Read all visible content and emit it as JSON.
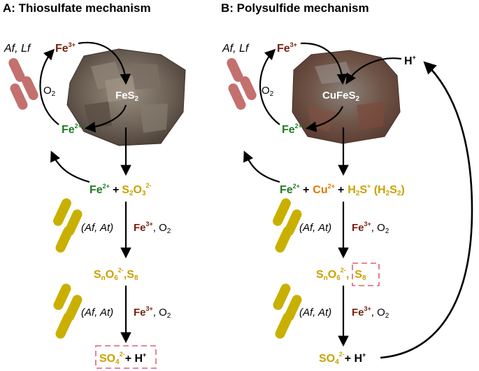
{
  "panelA": {
    "title": "A: Thiosulfate mechanism",
    "af_lf": "Af, Lf",
    "fe3": "Fe",
    "fe3_sup": "3+",
    "o2": "O",
    "o2_sub": "2",
    "fe2": "Fe",
    "fe2_sup": "2+",
    "mineral": "FeS",
    "mineral_sub": "2",
    "products_fe": "Fe",
    "products_fe_sup": "2+",
    "plus1": "+",
    "thio": "S",
    "thio_sub1": "2",
    "thio_mid": "O",
    "thio_sub2": "3",
    "thio_sup": "2-",
    "afat1": "(Af, At)",
    "step1_fe": "Fe",
    "step1_fe_sup": "3+",
    "step1_rest": ", O",
    "step1_sub": "2",
    "sn": "S",
    "sn_sub1": "n",
    "sn_mid": "O",
    "sn_sub2": "6",
    "sn_sup": "2-",
    "sn_comma": ",",
    "s8": "S",
    "s8_sub": "8",
    "afat2": "(Af, At)",
    "step2_fe": "Fe",
    "step2_fe_sup": "3+",
    "step2_rest": ", O",
    "step2_sub": "2",
    "so4": "SO",
    "so4_sub": "4",
    "so4_sup": "2-",
    "plus2": "+ H",
    "h_sup": "+"
  },
  "panelB": {
    "title": "B: Polysulfide mechanism",
    "af_lf": "Af, Lf",
    "fe3": "Fe",
    "fe3_sup": "3+",
    "h": "H",
    "h_sup": "+",
    "o2": "O",
    "o2_sub": "2",
    "fe2": "Fe",
    "fe2_sup": "2+",
    "mineral": "CuFeS",
    "mineral_sub": "2",
    "products_fe": "Fe",
    "products_fe_sup": "2+",
    "plus1": "+",
    "cu": "Cu",
    "cu_sup": "2+",
    "plus2": "+",
    "h2s": "H",
    "h2s_sub": "2",
    "h2s_mid": "S",
    "h2s_sup": "+",
    "h2s_paren": " (H",
    "h2s_paren_sub": "2",
    "h2s_paren_end": "S",
    "h2s_paren_sub2": "2",
    "h2s_close": ")",
    "afat1": "(Af, At)",
    "step1_fe": "Fe",
    "step1_fe_sup": "3+",
    "step1_rest": ", O",
    "step1_sub": "2",
    "sn": "S",
    "sn_sub1": "n",
    "sn_mid": "O",
    "sn_sub2": "6",
    "sn_sup": "2-",
    "sn_comma": ",",
    "s8": "S",
    "s8_sub": "8",
    "afat2": "(Af, At)",
    "step2_fe": "Fe",
    "step2_fe_sup": "3+",
    "step2_rest": ", O",
    "step2_sub": "2",
    "so4": "SO",
    "so4_sub": "4",
    "so4_sup": "2-",
    "plus3": "+ H",
    "h2_sup": "+"
  },
  "colors": {
    "fe3": "#7a1f0c",
    "fe2": "#1f7a1f",
    "sulfur": "#c9a100",
    "copper": "#e07800",
    "bacteria_red": "#c4706e",
    "bacteria_yellow": "#c9b000",
    "highlight": "#e0607a"
  }
}
